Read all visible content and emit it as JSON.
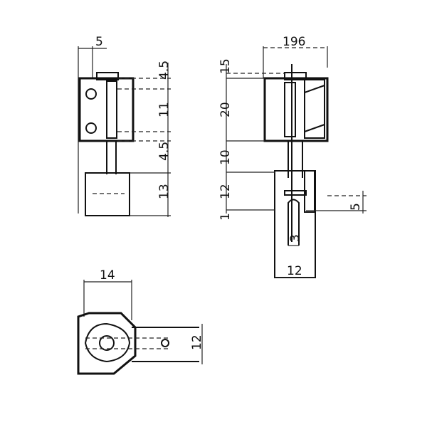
{
  "drawing": {
    "side_view": {
      "dims": [
        "5",
        "4.5",
        "11",
        "4.5",
        "13"
      ]
    },
    "front_view": {
      "dims": [
        "196",
        "15",
        "20",
        "10",
        "12",
        "1",
        "5",
        "3",
        "12"
      ]
    },
    "top_view": {
      "dims": [
        "14",
        "12"
      ]
    }
  },
  "colors": {
    "ink": "#111111",
    "paper": "#ffffff"
  }
}
